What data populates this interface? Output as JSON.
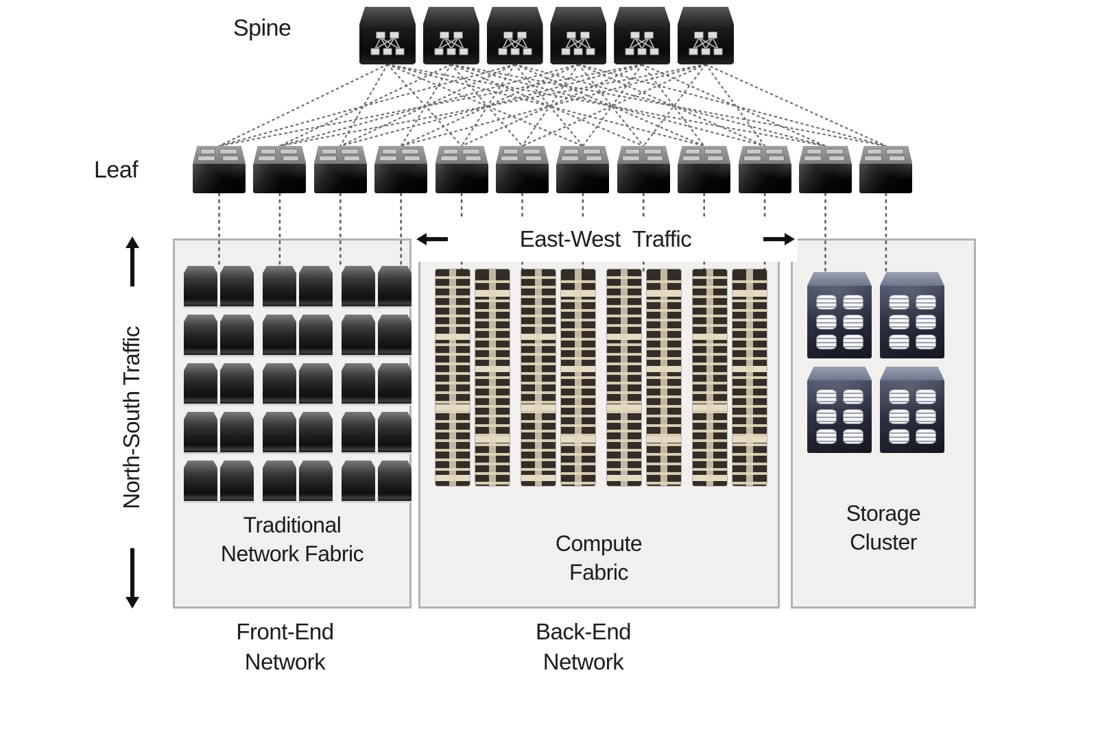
{
  "labels": {
    "spine": "Spine",
    "leaf": "Leaf",
    "east_west": "East-West Traffic",
    "north_south": "North-South Traffic"
  },
  "sections": {
    "traditional": {
      "title": "Traditional Network Fabric",
      "footer": "Front-End Network",
      "server_pairs": 15,
      "grid": "3x5"
    },
    "compute": {
      "title": "Compute Fabric",
      "footer": "Back-End Network",
      "rack_columns": 4
    },
    "storage": {
      "title": "Storage Cluster",
      "units": 4,
      "disks_per_unit": 6
    }
  },
  "topology": {
    "spine_count": 6,
    "leaf_count": 12,
    "spine_leaf_links": [
      [
        0,
        0
      ],
      [
        0,
        2
      ],
      [
        0,
        4
      ],
      [
        0,
        6
      ],
      [
        0,
        8
      ],
      [
        0,
        10
      ],
      [
        1,
        1
      ],
      [
        1,
        3
      ],
      [
        1,
        5
      ],
      [
        1,
        7
      ],
      [
        1,
        9
      ],
      [
        1,
        11
      ],
      [
        2,
        0
      ],
      [
        2,
        2
      ],
      [
        2,
        4
      ],
      [
        2,
        6
      ],
      [
        2,
        8
      ],
      [
        2,
        10
      ],
      [
        3,
        1
      ],
      [
        3,
        3
      ],
      [
        3,
        5
      ],
      [
        3,
        7
      ],
      [
        3,
        9
      ],
      [
        3,
        11
      ],
      [
        4,
        0
      ],
      [
        4,
        2
      ],
      [
        4,
        4
      ],
      [
        4,
        6
      ],
      [
        4,
        8
      ],
      [
        4,
        10
      ],
      [
        5,
        1
      ],
      [
        5,
        3
      ],
      [
        5,
        5
      ],
      [
        5,
        7
      ],
      [
        5,
        9
      ],
      [
        5,
        11
      ]
    ],
    "leaf_downlink_sections": [
      "traditional",
      "traditional",
      "traditional",
      "traditional",
      "compute",
      "compute",
      "compute",
      "compute",
      "compute",
      "compute",
      "storage",
      "storage"
    ]
  },
  "colors": {
    "section_fill": "#f1f0ee",
    "section_border": "#b3b1ae",
    "dotted_line": "#6e6e6e",
    "text": "#1c1c1c",
    "rack_stripe_dark": "#322d26",
    "rack_stripe_tan": "#d6cbb2",
    "storage_body": "#2d3244",
    "storage_lid": "#6e768c"
  }
}
